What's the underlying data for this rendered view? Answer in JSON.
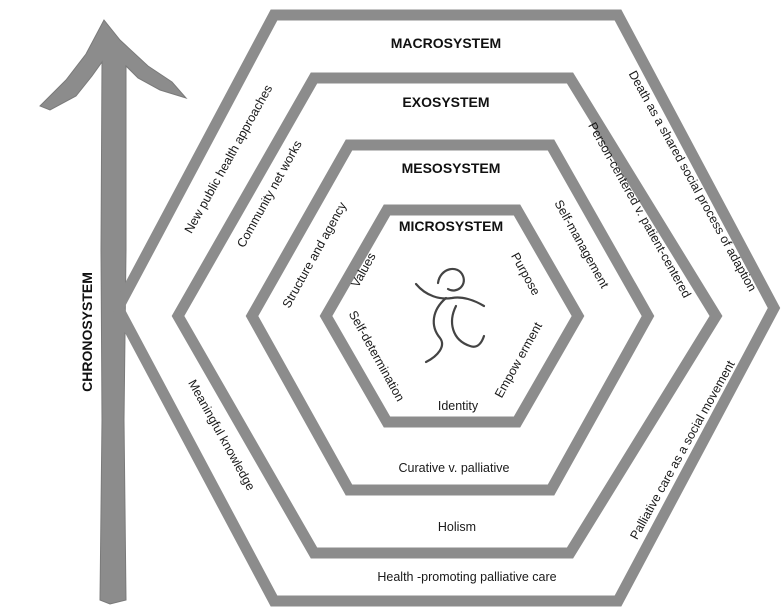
{
  "diagram": {
    "chronosystem": "CHRONOSYSTEM",
    "macrosystem": {
      "title": "MACROSYSTEM",
      "labels": {
        "top_left": "New  public health approaches",
        "top_right": "Death as a shared social process of adaption",
        "bottom_right": "Palliative care as a social movement",
        "bottom": "Health -promoting palliative care"
      }
    },
    "exosystem": {
      "title": "EXOSYSTEM",
      "labels": {
        "top_left": "Community net works",
        "top_right": "Person-centered v. patient-centered",
        "bottom_left": "Meaningful knowledge",
        "bottom": "Holism"
      }
    },
    "mesosystem": {
      "title": "MESOSYSTEM",
      "labels": {
        "top_left": "Structure and agency",
        "top_right": "Self-management",
        "bottom": "Curative v. palliative"
      }
    },
    "microsystem": {
      "title": "MICROSYSTEM",
      "labels": {
        "values": "Values",
        "purpose": "Purpose",
        "self_determination": "Self-determination",
        "empowerment": "Empow erment",
        "identity": "Identity"
      }
    }
  }
}
